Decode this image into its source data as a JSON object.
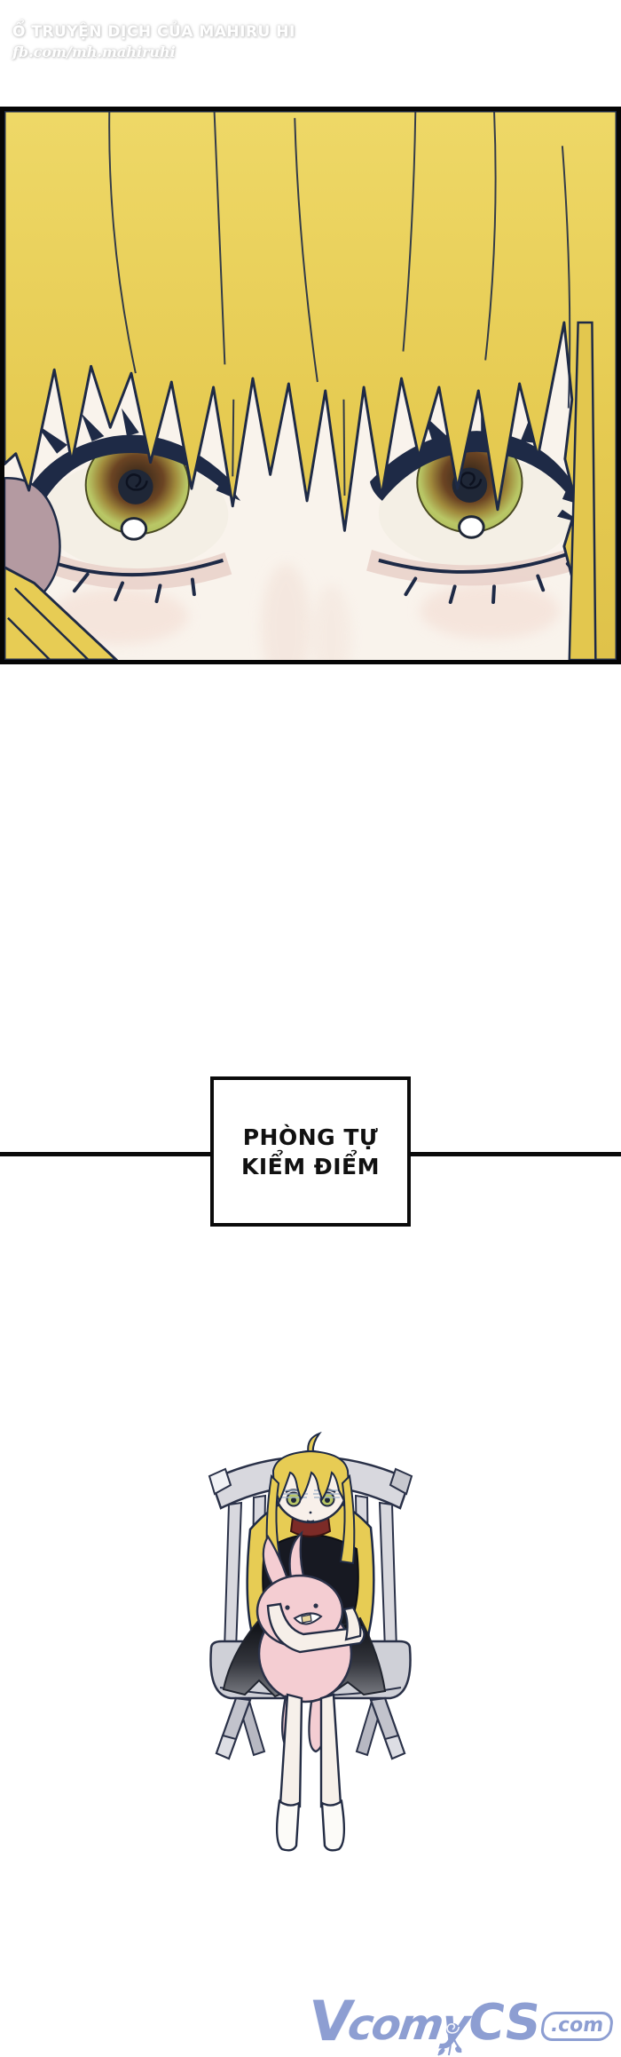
{
  "watermark": {
    "line1": "Ổ TRUYỆN DỊCH CỦA MAHIRU HI",
    "line2": "fb.com/mh.mahiruhi"
  },
  "caption_box": {
    "line1": "PHÒNG TỰ",
    "line2": "KIỂM ĐIỂM"
  },
  "logo": {
    "v": "V",
    "body": "comy",
    "cs": "CS",
    "suffix": ".com",
    "color": "#8d9ed2"
  },
  "panel": {
    "description": "close-up of wide yellow-green eyes under blonde bangs"
  },
  "illustration": {
    "description": "blonde girl sitting on a grey wooden chair hugging a pink rabbit plush"
  },
  "colors": {
    "hair": "#e7cc54",
    "hair_outline": "#1e2a46",
    "iris_green": "#b9c766",
    "pupil_navy": "#1f2737",
    "skin": "#f8f1ea",
    "sclera": "#f4efe5",
    "mauve": "#b49aa1",
    "plush_pink": "#f4cdd2",
    "chair_gray": "#d8d8de",
    "chair_leg_gray": "#c2c3cc",
    "shirt_black": "#171922",
    "collar_red": "#7c2b27",
    "sock_white": "#fcfbf8",
    "divider_black": "#0b0b0b"
  }
}
